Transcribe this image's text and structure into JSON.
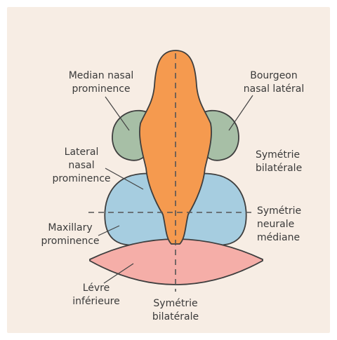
{
  "colors": {
    "background": "#f7ede4",
    "frontonasal": "#f59a4f",
    "nasal": "#a7bfa6",
    "maxillary": "#a6cde0",
    "lower_lip": "#f5aea8",
    "outline": "#3e3e3e",
    "text": "#3a3a3a"
  },
  "labels": {
    "median_nasal": [
      "Median nasal",
      "prominence"
    ],
    "bourgeon_nasal": [
      "Bourgeon",
      "nasal latéral"
    ],
    "lateral_nasal": [
      "Lateral",
      "nasal",
      "prominence"
    ],
    "symetrie_bilat_right": [
      "Symétrie",
      "bilatérale"
    ],
    "symetrie_neurale": [
      "Symétrie",
      "neurale",
      "médiane"
    ],
    "maxillary": [
      "Maxillary",
      "prominence"
    ],
    "levre": [
      "Lévre",
      "inférieure"
    ],
    "symetrie_bilat_bottom": [
      "Symétrie",
      "bilatérale"
    ]
  }
}
